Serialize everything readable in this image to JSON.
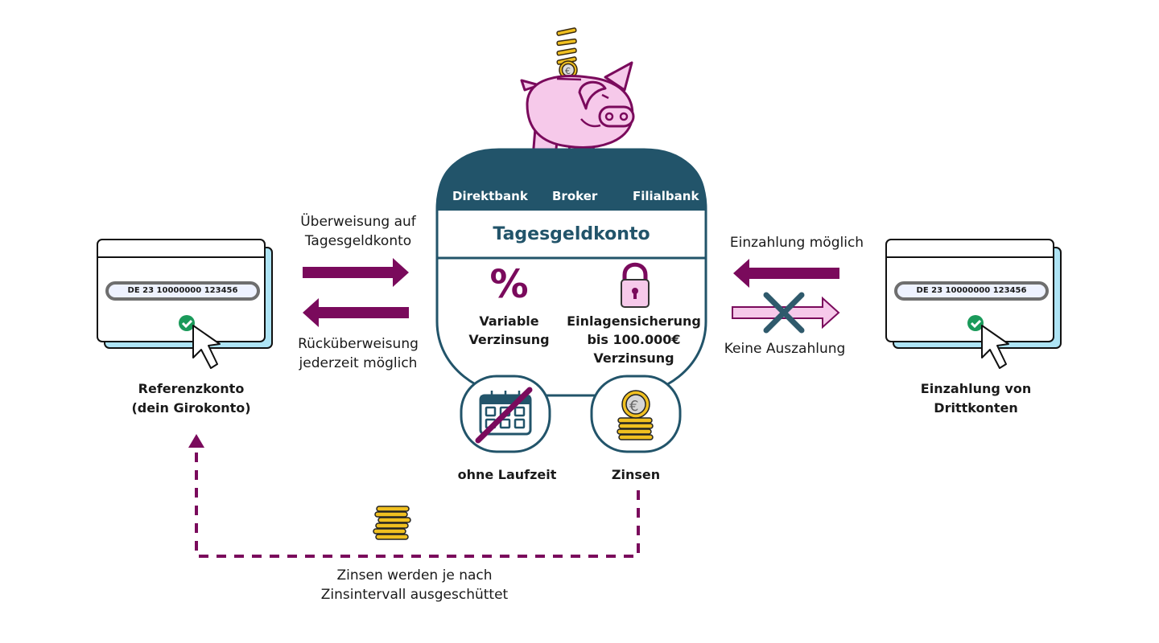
{
  "colors": {
    "teal": "#22546a",
    "purple": "#7a0a5c",
    "pink": "#f6c9ea",
    "gold": "#f0c020",
    "green": "#1a9a5a",
    "lightblue": "#aee4f5"
  },
  "center": {
    "banks": [
      "Direktbank",
      "Broker",
      "Filialbank"
    ],
    "title": "Tagesgeldkonto",
    "features": {
      "variable_symbol": "%",
      "variable_label_1": "Variable",
      "variable_label_2": "Verzinsung",
      "security_label_1": "Einlagensicherung",
      "security_label_2": "bis 100.000€",
      "security_label_3": "Verzinsung"
    },
    "bottom": {
      "duration_label": "ohne Laufzeit",
      "interest_label": "Zinsen"
    }
  },
  "left": {
    "iban": "DE 23 10000000 123456",
    "label_1": "Referenzkonto",
    "label_2": "(dein Girokonto)",
    "transfer_to_1": "Überweisung auf",
    "transfer_to_2": "Tagesgeldkonto",
    "transfer_back_1": "Rücküberweisung",
    "transfer_back_2": "jederzeit möglich"
  },
  "right": {
    "iban": "DE 23 10000000 123456",
    "label_1": "Einzahlung von",
    "label_2": "Drittkonten",
    "deposit_label": "Einzahlung möglich",
    "no_payout_label": "Keine Auszahlung"
  },
  "payout": {
    "label_1": "Zinsen werden je nach",
    "label_2": "Zinsintervall ausgeschüttet"
  }
}
